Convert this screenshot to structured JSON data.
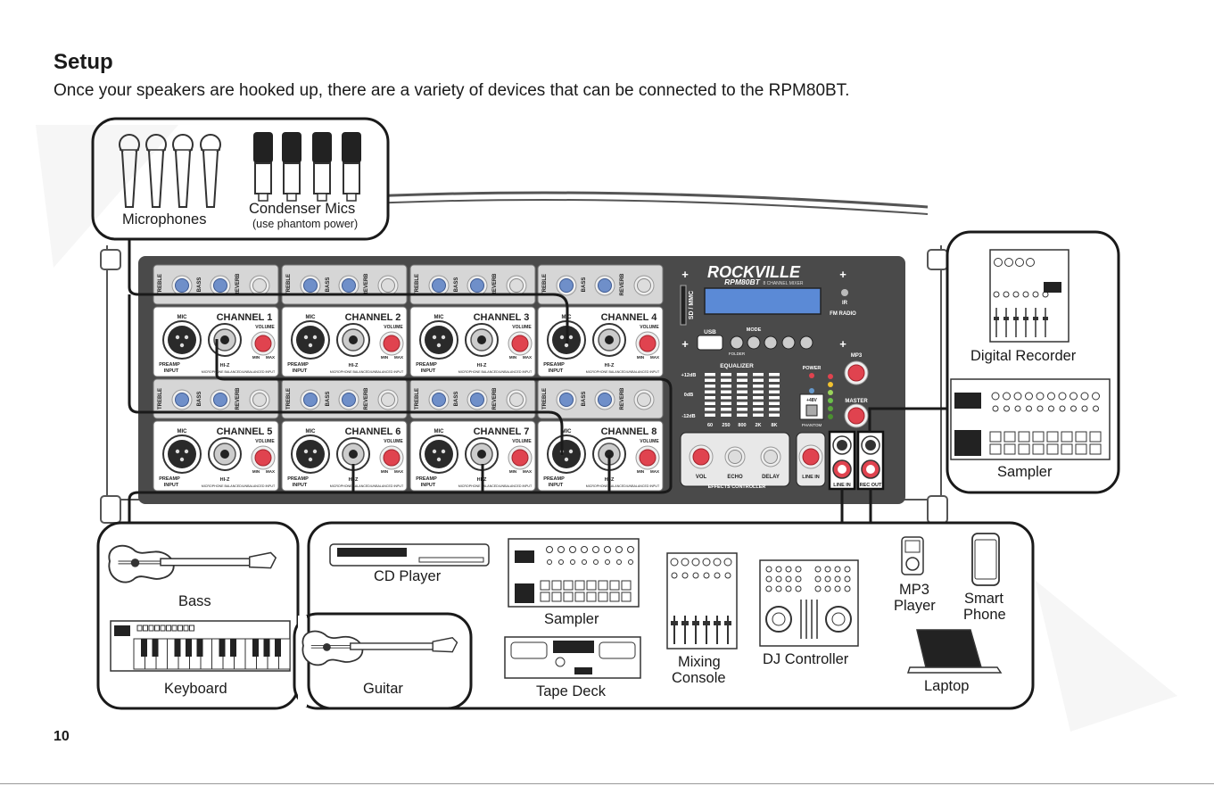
{
  "page": {
    "heading": "Setup",
    "intro": "Once your speakers are hooked up, there are a variety of devices that can be connected to the RPM80BT.",
    "page_number": "10"
  },
  "devices": {
    "microphones": "Microphones",
    "condenser": "Condenser Mics",
    "condenser_note": "(use phantom power)",
    "digital_recorder": "Digital Recorder",
    "sampler_right": "Sampler",
    "bass": "Bass",
    "keyboard": "Keyboard",
    "guitar": "Guitar",
    "cd_player": "CD Player",
    "sampler": "Sampler",
    "tape_deck": "Tape Deck",
    "mixing_1": "Mixing",
    "mixing_2": "Console",
    "dj_controller": "DJ Controller",
    "mp3_1": "MP3",
    "mp3_2": "Player",
    "phone_1": "Smart",
    "phone_2": "Phone",
    "laptop": "Laptop"
  },
  "mixer": {
    "brand": "ROCKVILLE",
    "model": "RPM80BT",
    "subtitle": "8 CHANNEL MIXER",
    "channels": [
      "CHANNEL 1",
      "CHANNEL 2",
      "CHANNEL 3",
      "CHANNEL 4",
      "CHANNEL 5",
      "CHANNEL 6",
      "CHANNEL 7",
      "CHANNEL 8"
    ],
    "knob_labels": [
      "TREBLE",
      "BASS",
      "REVERB"
    ],
    "mic": "MIC",
    "volume": "VOLUME",
    "hiz": "HI-Z",
    "preamp": "PREAMP",
    "input": "INPUT",
    "input_note": "MICROPHONE BALANCED/UNBALANCED INPUT",
    "min": "MIN",
    "max": "MAX",
    "sd": "SD / MMC",
    "usb": "USB",
    "mode": "MODE",
    "folder": "FOLDER",
    "ir": "IR",
    "fm": "FM RADIO",
    "equalizer": "EQUALIZER",
    "eq_levels": [
      "+12dB",
      "0dB",
      "-12dB"
    ],
    "eq_freqs": [
      "60",
      "250",
      "800",
      "2K",
      "8K"
    ],
    "power": "POWER",
    "phantom": "PHANTOM",
    "plus48": "+48V",
    "mp3": "MP3",
    "master": "MASTER",
    "effects": "EFFECTS CONTROLLER",
    "vol": "VOL",
    "echo": "ECHO",
    "delay": "DELAY",
    "line_in": "LINE IN",
    "rec_out": "REC OUT"
  },
  "colors": {
    "blue_knob": "#6f8fc9",
    "red_knob": "#e0434f",
    "panel": "#4a4a4a",
    "lcd": "#5b8ad6"
  }
}
